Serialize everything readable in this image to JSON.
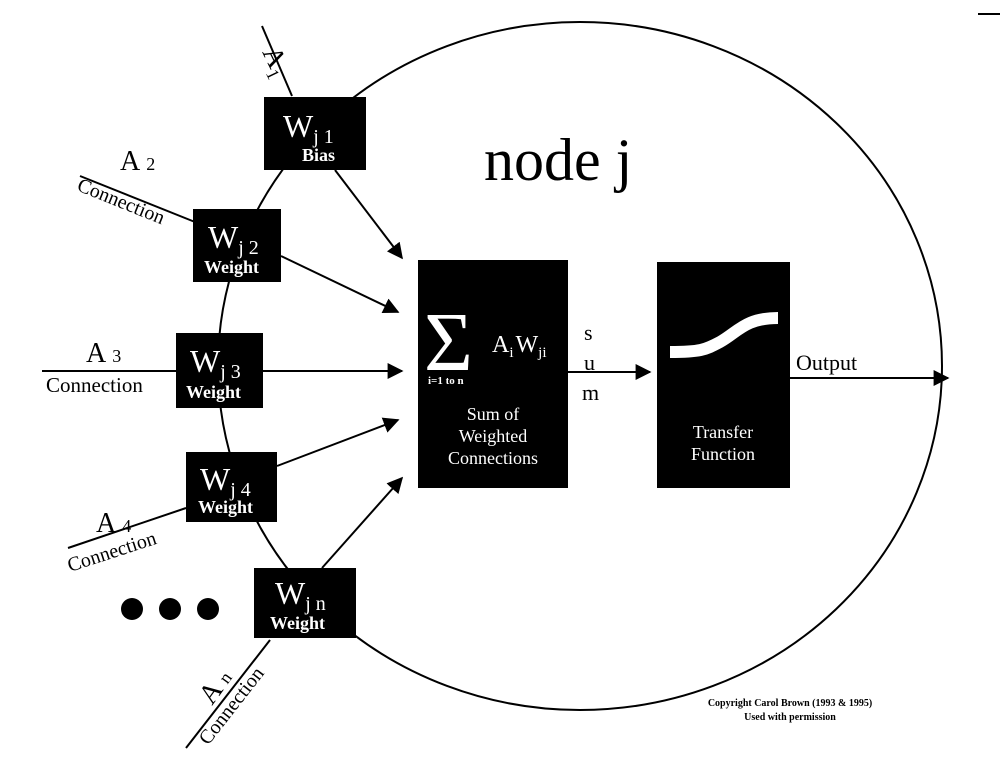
{
  "node_label": "node j",
  "inputs": [
    {
      "activation": "A",
      "index": "1",
      "connection_label": "",
      "weight_symbol": "W",
      "weight_index": "j 1",
      "weight_label": "Bias"
    },
    {
      "activation": "A",
      "index": "2",
      "connection_label": "Connection",
      "weight_symbol": "W",
      "weight_index": "j 2",
      "weight_label": "Weight"
    },
    {
      "activation": "A",
      "index": "3",
      "connection_label": "Connection",
      "weight_symbol": "W",
      "weight_index": "j 3",
      "weight_label": "Weight"
    },
    {
      "activation": "A",
      "index": "4",
      "connection_label": "Connection",
      "weight_symbol": "W",
      "weight_index": "j 4",
      "weight_label": "Weight"
    },
    {
      "activation": "A",
      "index": "n",
      "connection_label": "Connection",
      "weight_symbol": "W",
      "weight_index": "j n",
      "weight_label": "Weight"
    }
  ],
  "sum_block": {
    "sigma": "Σ",
    "range": "i=1 to n",
    "term": "A",
    "term_sub_i": "i",
    "term_w": "W",
    "term_sub_ji": "ji",
    "caption": [
      "Sum of",
      "Weighted",
      "Connections"
    ]
  },
  "sum_label": [
    "s",
    "u",
    "m"
  ],
  "transfer_block": {
    "caption": [
      "Transfer",
      "Function"
    ]
  },
  "output_label": "Output",
  "copyright": [
    "Copyright Carol Brown (1993 & 1995)",
    "Used with permission"
  ],
  "colors": {
    "ink": "#000000",
    "paper": "#ffffff"
  }
}
